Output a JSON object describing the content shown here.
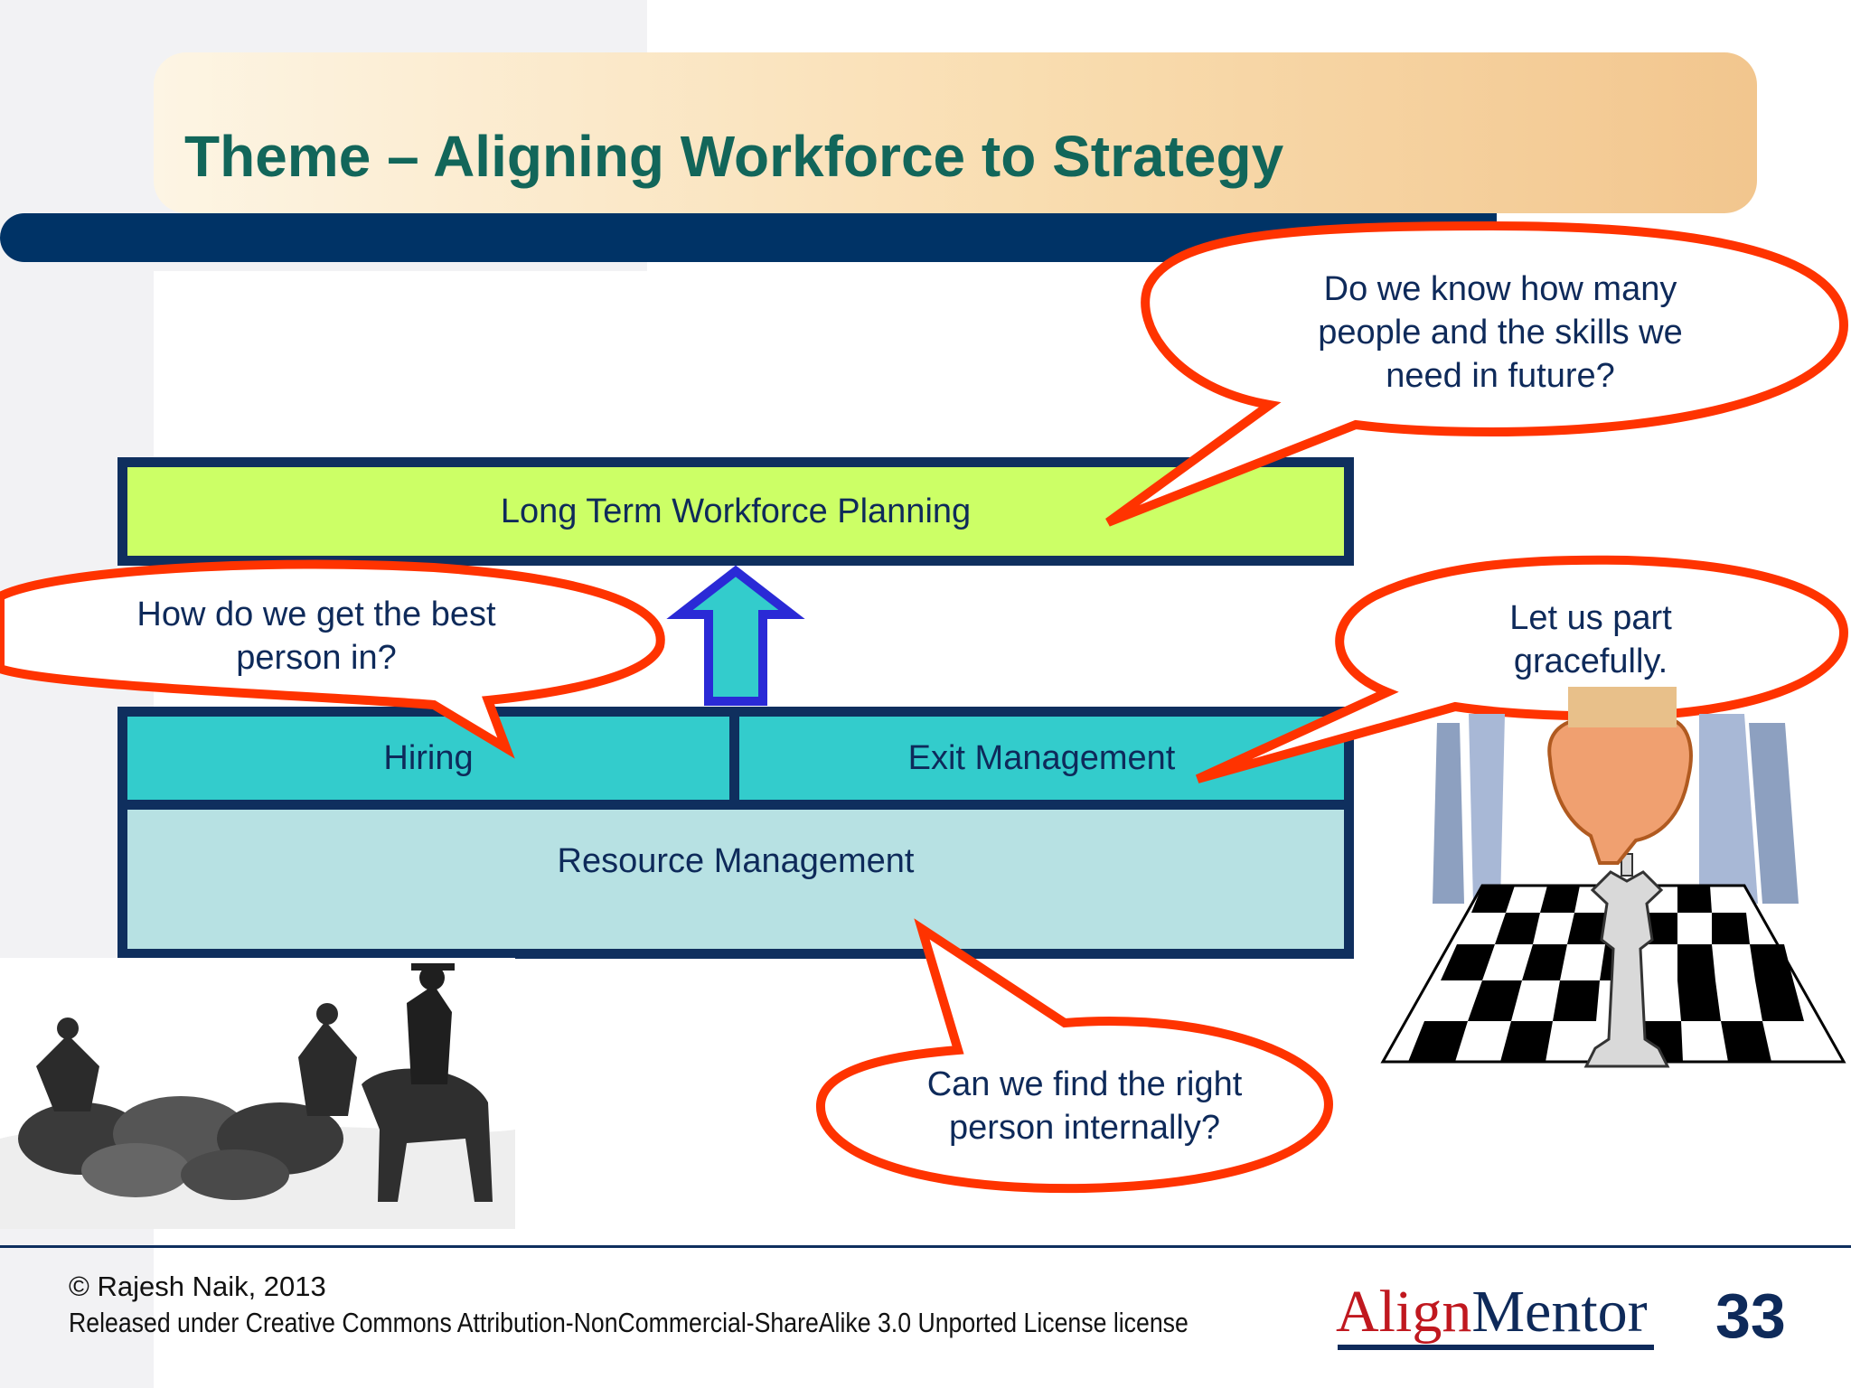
{
  "title": "Theme – Aligning Workforce to Strategy",
  "diagram": {
    "top_box": "Long Term Workforce Planning",
    "middle_left": "Hiring",
    "middle_right": "Exit Management",
    "bottom_box": "Resource Management"
  },
  "callouts": {
    "future": [
      "Do we know how many",
      "people and the skills we",
      "need in future?"
    ],
    "best_person": [
      "How do we get the best",
      "person in?"
    ],
    "part": [
      "Let us part",
      "gracefully."
    ],
    "internal": [
      "Can we find the right",
      "person internally?"
    ]
  },
  "colors": {
    "title": "#12665a",
    "callout_outline": "#ff3300",
    "box_border": "#0f2f5e",
    "top_box_fill": "#ccff66",
    "middle_fill": "#33cccc",
    "bottom_fill": "#b7e1e3"
  },
  "footer": {
    "copyright": "© Rajesh Naik, 2013",
    "license": "Released under Creative Commons Attribution-NonCommercial-ShareAlike 3.0 Unported License license",
    "brand_part1": "Align",
    "brand_part2": "Mentor",
    "page_number": "33"
  },
  "images": {
    "left": "cowboys-herding-cattle-sketch",
    "right": "hand-moving-chess-king-on-board"
  }
}
